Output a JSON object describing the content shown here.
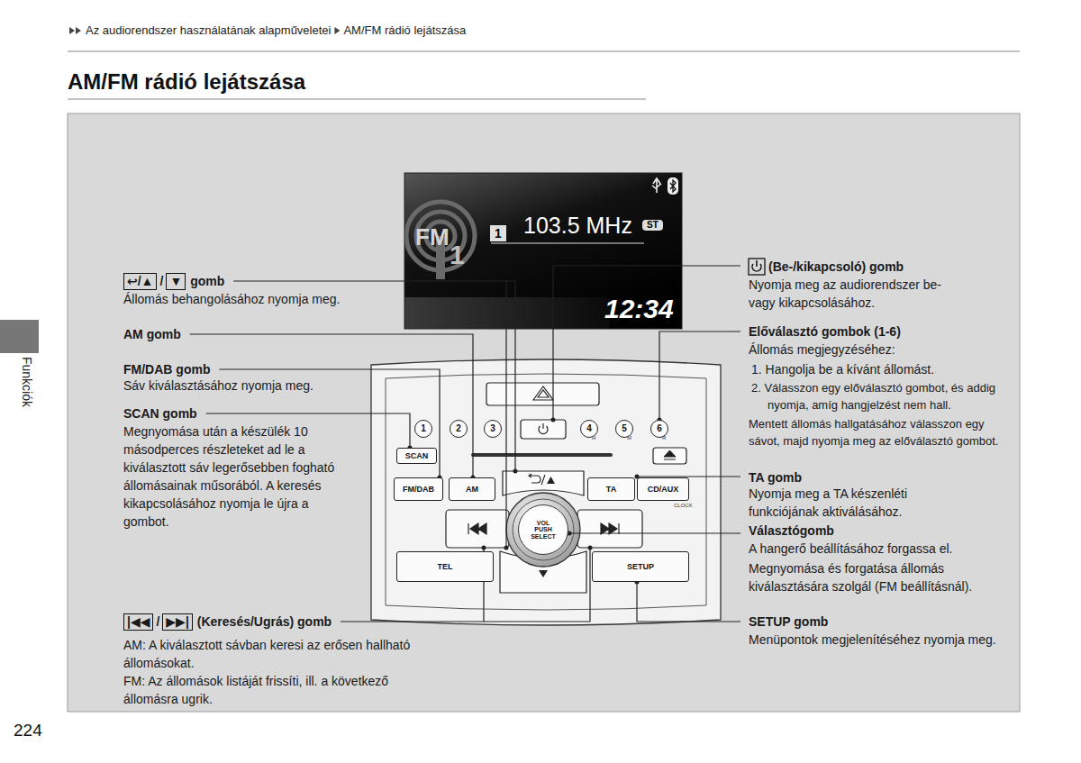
{
  "diagram": {
    "title": "AM/FM rádió lejátszása",
    "nodes": [
      {
        "text": [
          "FM",
          "1",
          "1",
          "103.5 MHz",
          "ST",
          "12:34"
        ]
      },
      {
        "text": [
          "1"
        ]
      },
      {
        "text": [
          "2"
        ]
      },
      {
        "text": [
          "3"
        ]
      },
      {
        "text": [
          "4"
        ]
      },
      {
        "text": [
          "5"
        ]
      },
      {
        "text": [
          "6"
        ]
      },
      {
        "text": [
          "SCAN"
        ]
      },
      {
        "text": [
          "FM/DAB"
        ]
      },
      {
        "text": [
          "AM"
        ]
      },
      {
        "text": [
          "TA"
        ]
      },
      {
        "text": [
          "CD/AUX"
        ]
      },
      {
        "text": [
          "VOL PUSH SELECT"
        ]
      },
      {
        "text": [
          "TEL"
        ]
      },
      {
        "text": [
          "SETUP"
        ]
      }
    ],
    "labels": [
      "Az audiorendszer használatának alapműveletei",
      "AM/FM rádió lejátszása",
      "↩/▲",
      "/",
      "▼",
      "gomb",
      "Állomás behangolásához nyomja meg.",
      "AM gomb",
      "FM/DAB gomb",
      "Sáv kiválasztásához nyomja meg.",
      "SCAN gomb",
      "Megnyomása után a készülék 10 másodperces részleteket ad le a kiválasztott sáv legerősebben fogható állomásainak műsorából. A keresés kikapcsolásához nyomja le újra a gombot.",
      "|◀◀",
      "/",
      "▶▶|",
      "(Keresés/Ugrás) gomb",
      "AM: A kiválasztott sávban keresi az erősen hallható állomásokat.",
      "FM: Az állomások listáját frissíti, ill. a következő állomásra ugrik.",
      "(Be-/kikapcsoló) gomb",
      "Nyomja meg az audiorendszer be- vagy kikapcsolásához.",
      "Előválasztó gombok (1-6)",
      "Állomás megjegyzéséhez:",
      "1. Hangolja be a kívánt állomást.",
      "2. Válasszon egy előválasztó gombot, és addig nyomja, amíg hangjelzést nem hall.",
      "Mentett állomás hallgatásához válasszon egy sávot, majd nyomja meg az előválasztó gombot.",
      "TA gomb",
      "Nyomja meg a TA készenléti funkciójának aktiválásához.",
      "Választógomb",
      "A hangerő beállításához forgassa el.",
      "Megnyomása és forgatása állomás kiválasztására szolgál (FM beállításnál).",
      "SETUP gomb",
      "Menüpontok megjelenítéséhez nyomja meg.",
      "H",
      "M",
      "R",
      "CLOCK",
      "Funkciók",
      "224"
    ]
  }
}
